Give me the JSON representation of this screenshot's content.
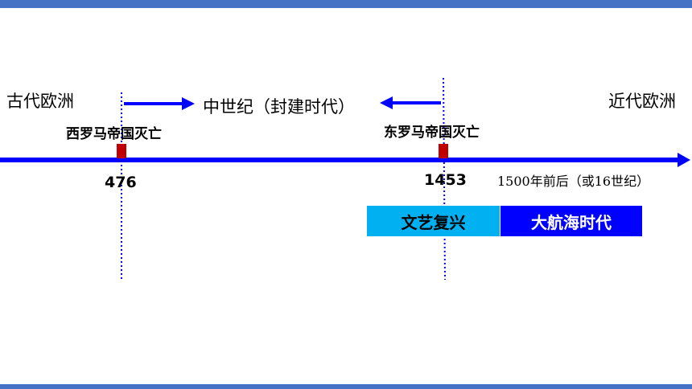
{
  "eras": {
    "ancient": "古代欧洲",
    "medieval": "中世纪（封建时代）",
    "modern": "近代欧洲"
  },
  "events": {
    "west_rome": "西罗马帝国灭亡",
    "east_rome": "东罗马帝国灭亡"
  },
  "years": {
    "y476": "476",
    "y1453": "1453",
    "y1500": "1500年前后（或16世纪）"
  },
  "periods": {
    "renaissance": "文艺复兴",
    "age_of_discovery": "大航海时代"
  },
  "colors": {
    "timeline": "#0000ff",
    "frame_bar": "#4472c4",
    "marker": "#c00000",
    "renaissance_box": "#00b0f0",
    "discovery_box": "#0000ff"
  }
}
